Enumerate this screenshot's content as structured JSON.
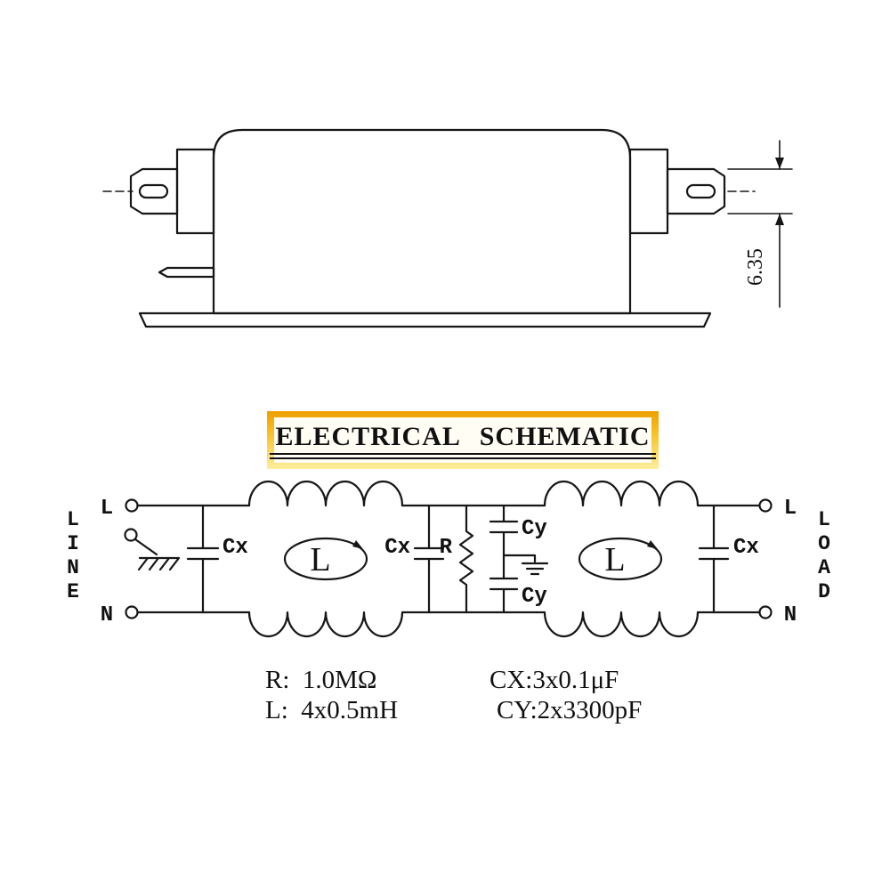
{
  "banner": {
    "title": "ELECTRICAL SCHEMATIC",
    "gold_top": "#ee9f00",
    "gold_bottom": "#ffee9c"
  },
  "mechanical": {
    "dimension_label": "6.35"
  },
  "schematic": {
    "line_letters": [
      "L",
      "I",
      "N",
      "E"
    ],
    "load_letters": [
      "L",
      "O",
      "A",
      "D"
    ],
    "terminals": {
      "left_top": "L",
      "left_bottom": "N",
      "right_top": "L",
      "right_bottom": "N"
    },
    "labels": {
      "cx_left": "Cx",
      "cx_mid": "Cx",
      "cx_right": "Cx",
      "cy_top": "Cy",
      "cy_bottom": "Cy",
      "resistor": "R",
      "choke_left": "L",
      "choke_right": "L"
    }
  },
  "values": {
    "r": "R:  1.0MΩ",
    "l": "L:  4x0.5mH",
    "cx": "CX:3x0.1μF",
    "cy": "CY:2x3300pF"
  }
}
